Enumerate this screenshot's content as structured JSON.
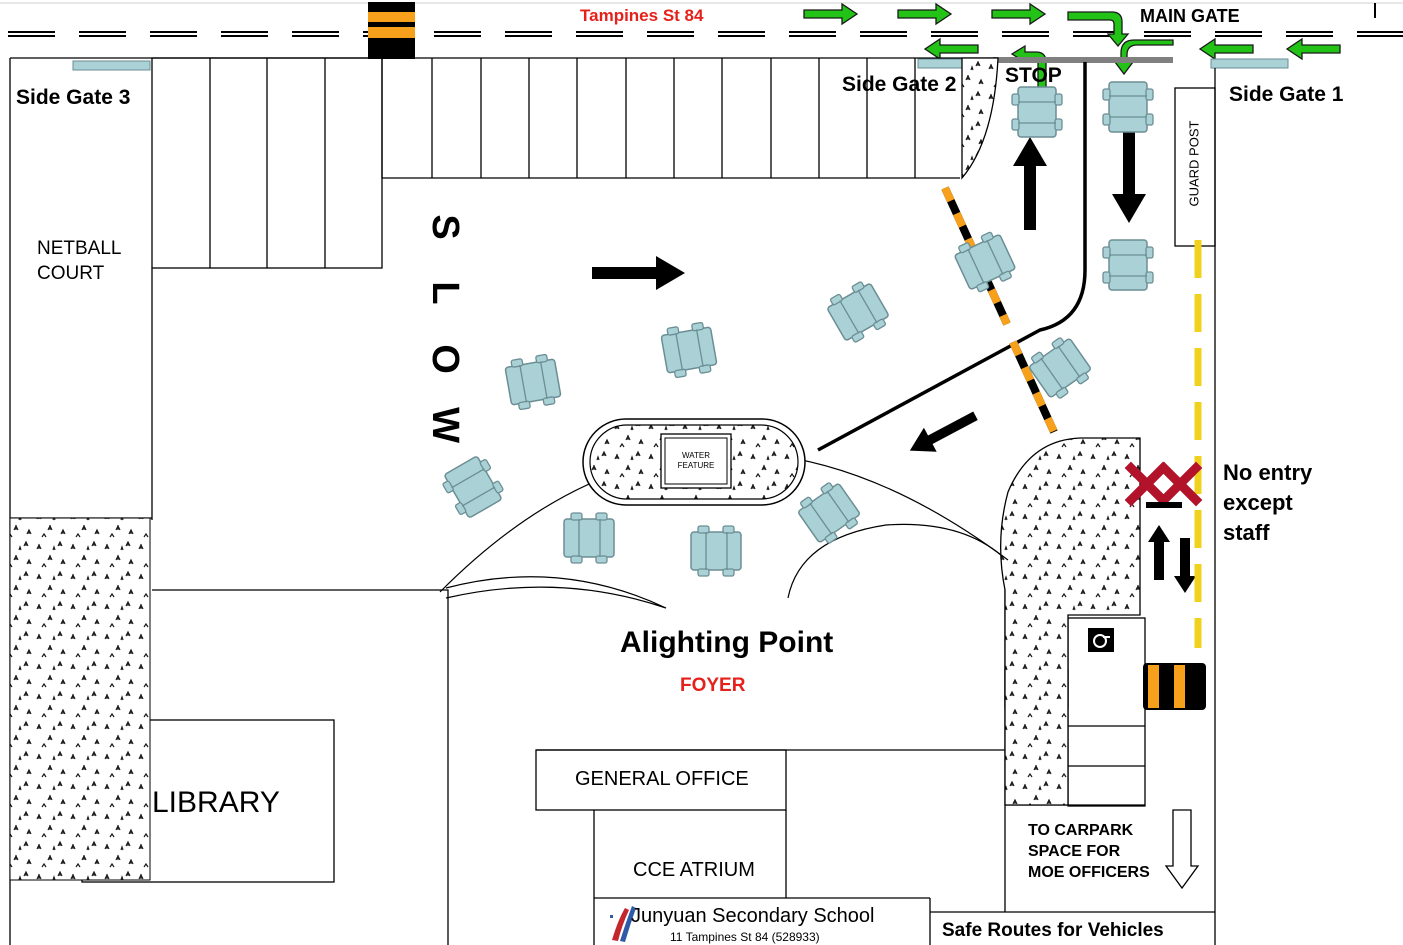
{
  "road": {
    "name": "Tampines St 84"
  },
  "gates": {
    "main": "MAIN GATE",
    "side1": "Side Gate 1",
    "side2": "Side Gate 2",
    "side3": "Side Gate 3"
  },
  "stop_label": "STOP",
  "guard_post": "GUARD POST",
  "slow_letters": [
    "S",
    "L",
    "O",
    "W"
  ],
  "areas": {
    "netball": [
      "NETBALL",
      "COURT"
    ],
    "water_feature": [
      "WATER",
      "FEATURE"
    ],
    "alighting": "Alighting Point",
    "foyer": "FOYER",
    "library": "LIBRARY",
    "general_office": "GENERAL OFFICE",
    "cce_atrium": "CCE ATRIUM"
  },
  "no_entry": [
    "No entry",
    "except",
    "staff"
  ],
  "carpark_note": [
    "TO CARPARK",
    "SPACE FOR",
    "MOE OFFICERS"
  ],
  "school": {
    "name": "Junyuan Secondary School",
    "address": "11 Tampines St 84 (528933)"
  },
  "legend_title": "Safe Routes for Vehicles",
  "colors": {
    "car": "#a9d1d6",
    "car_stroke": "#6b8e94",
    "arrow_green": "#22c316",
    "barrier_orange": "#f7a01b",
    "road_text": "#e6211b",
    "no_entry_x": "#b2132a",
    "yellow_line": "#f0d21e"
  },
  "icons": [
    "car-icon",
    "arrow-icon",
    "disabled-parking-icon",
    "school-logo-icon",
    "no-entry-x-icon"
  ]
}
